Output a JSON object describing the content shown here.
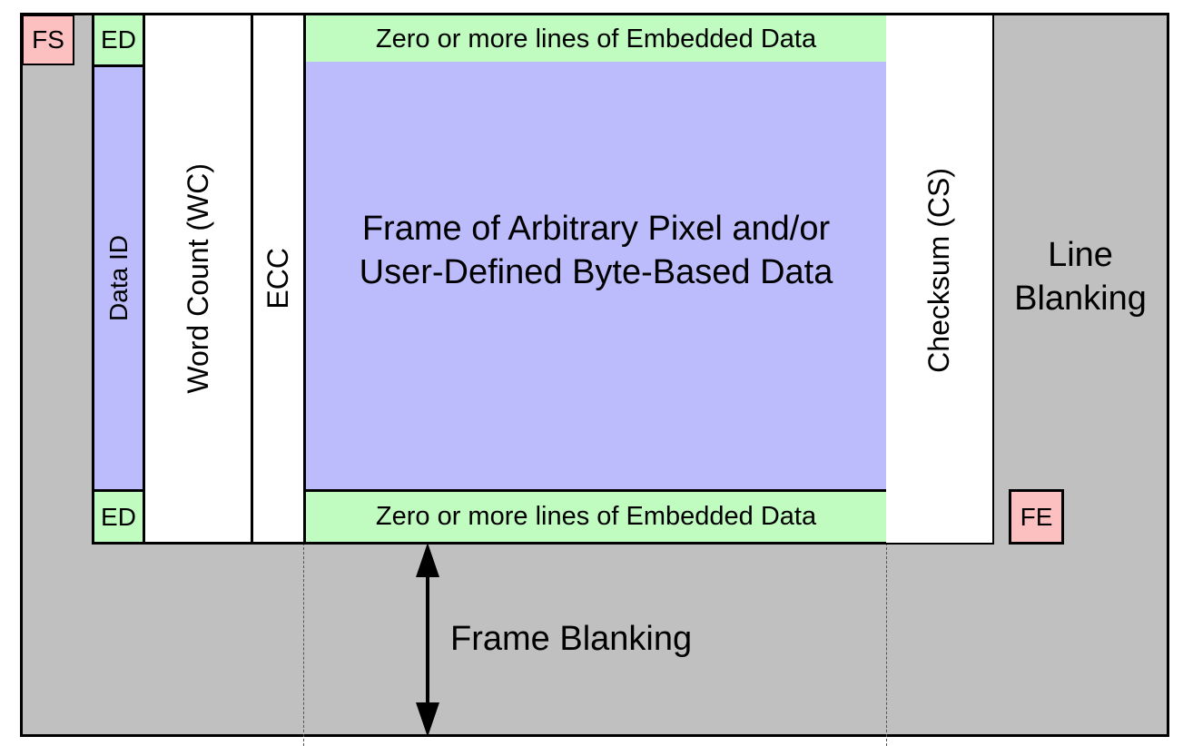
{
  "colors": {
    "blanking": "#c0c0c0",
    "payload": "#bcbcfc",
    "embedded": "#c0fcc0",
    "marker": "#fcc0c0",
    "header": "#ffffff",
    "stroke": "#000000"
  },
  "labels": {
    "fs": "FS",
    "fe": "FE",
    "ed_top": "ED",
    "ed_bottom": "ED",
    "data_id": "Data ID",
    "word_count": "Word Count (WC)",
    "ecc": "ECC",
    "embedded_top": "Zero or more lines of Embedded Data",
    "embedded_bottom": "Zero or more lines of Embedded Data",
    "payload_line1": "Frame of Arbitrary Pixel and/or",
    "payload_line2": "User-Defined Byte-Based Data",
    "checksum": "Checksum (CS)",
    "line_blanking_line1": "Line",
    "line_blanking_line2": "Blanking",
    "frame_blanking": "Frame Blanking"
  }
}
